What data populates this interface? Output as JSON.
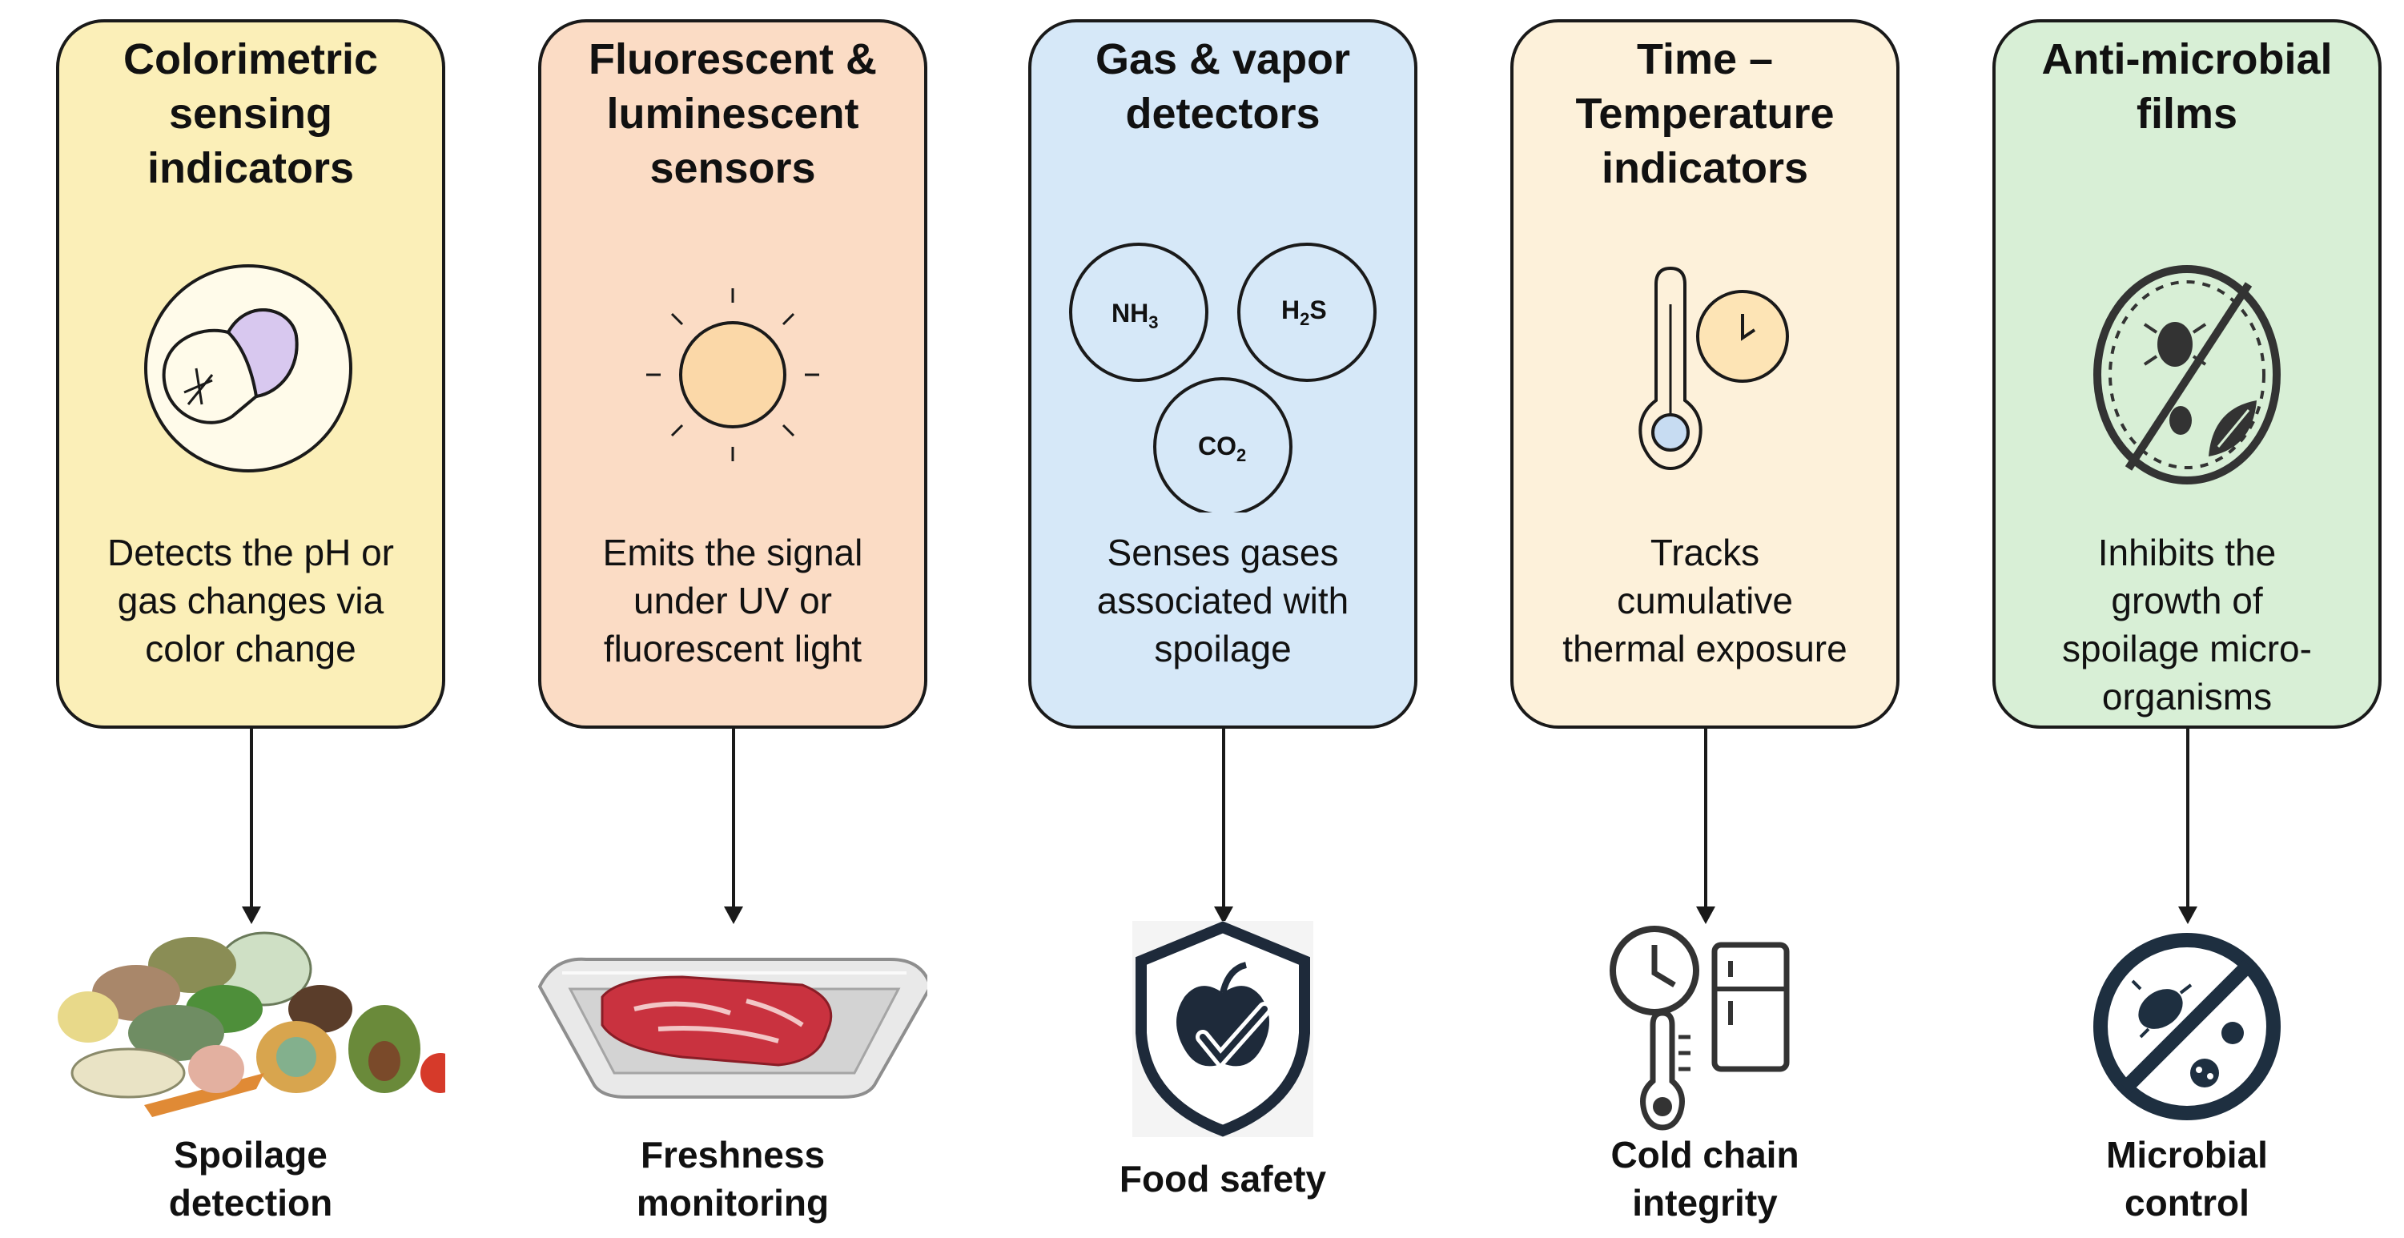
{
  "colors": {
    "colorimetric": "#fbefb8",
    "fluorescent": "#fbdcc5",
    "gas": "#d6e8f8",
    "time_temperature": "#fdf1da",
    "antimicrobial": "#d8efd6",
    "outline": "#1a1a1a"
  },
  "columns": [
    {
      "title": "Colorimetric\nsensing\nindicators",
      "icon": "color-indicator-icon",
      "description": "Detects the pH or\ngas changes via\ncolor change",
      "outcome": "Spoilage\ndetection",
      "outcome_icon": "spoiled-produce-icon"
    },
    {
      "title": "Fluorescent &\nluminescent\nsensors",
      "icon": "sun-icon",
      "description": "Emits the signal\nunder UV or\nfluorescent light",
      "outcome": "Freshness\nmonitoring",
      "outcome_icon": "packaged-meat-icon"
    },
    {
      "title": "Gas & vapor\ndetectors",
      "icon": "gas-bubbles-icon",
      "gases": {
        "nh3": "NH",
        "nh3_sub": "3",
        "h2s_pre": "H",
        "h2s_sub": "2",
        "h2s_post": "S",
        "co2": "CO",
        "co2_sub": "2"
      },
      "description": "Senses gases\nassociated with\nspoilage",
      "outcome": "Food safety",
      "outcome_icon": "food-safety-shield-icon"
    },
    {
      "title": "Time –\nTemperature\nindicators",
      "icon": "thermometer-clock-icon",
      "description": "Tracks\ncumulative\nthermal exposure",
      "outcome": "Cold chain\nintegrity",
      "outcome_icon": "cold-chain-icon"
    },
    {
      "title": "Anti-microbial\nfilms",
      "icon": "antimicrobial-film-icon",
      "description": "Inhibits the\ngrowth of\nspoilage micro-\norganisms",
      "outcome": "Microbial\ncontrol",
      "outcome_icon": "microbe-prohibited-icon"
    }
  ]
}
